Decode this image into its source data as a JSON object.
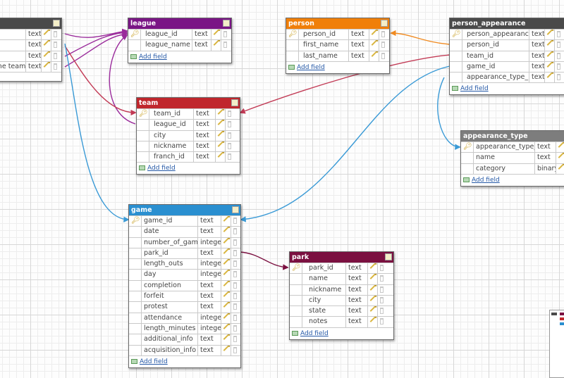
{
  "colors": {
    "unnamed": "#4a4a4a",
    "league": "#7a1585",
    "person": "#f07f09",
    "person_appearance": "#4a4a4a",
    "team": "#c0272d",
    "appearance_type": "#7d7d7d",
    "game": "#2a8fd0",
    "park": "#7b1040",
    "link_purple": "#9a2b9b",
    "link_red": "#c23a55",
    "link_blue": "#3a9ad6",
    "link_orange": "#f08a20",
    "link_maroon": "#7b1040"
  },
  "add_field_label": "Add field",
  "tables": [
    {
      "id": "unnamed",
      "title": "",
      "color": "#4a4a4a",
      "rows": [
        {
          "name": "",
          "type": "text",
          "pk": false
        },
        {
          "name": "",
          "type": "text",
          "pk": false
        },
        {
          "name": "",
          "type": "text",
          "pk": false
        },
        {
          "name": "one team",
          "type": "text",
          "pk": false
        }
      ]
    },
    {
      "id": "league",
      "title": "league",
      "color": "#7a1585",
      "rows": [
        {
          "name": "league_id",
          "type": "text",
          "pk": true
        },
        {
          "name": "league_name",
          "type": "text",
          "pk": false
        }
      ]
    },
    {
      "id": "person",
      "title": "person",
      "color": "#f07f09",
      "rows": [
        {
          "name": "person_id",
          "type": "text",
          "pk": true
        },
        {
          "name": "first_name",
          "type": "text",
          "pk": false
        },
        {
          "name": "last_name",
          "type": "text",
          "pk": false
        }
      ]
    },
    {
      "id": "person_appearance",
      "title": "person_appearance",
      "color": "#4a4a4a",
      "rows": [
        {
          "name": "person_appearance_id",
          "type": "text",
          "pk": true
        },
        {
          "name": "person_id",
          "type": "text",
          "pk": false
        },
        {
          "name": "team_id",
          "type": "text",
          "pk": false
        },
        {
          "name": "game_id",
          "type": "text",
          "pk": false
        },
        {
          "name": "appearance_type_id",
          "type": "text",
          "pk": false
        }
      ]
    },
    {
      "id": "team",
      "title": "team",
      "color": "#c0272d",
      "rows": [
        {
          "name": "team_id",
          "type": "text",
          "pk": true
        },
        {
          "name": "league_id",
          "type": "text",
          "pk": false
        },
        {
          "name": "city",
          "type": "text",
          "pk": false
        },
        {
          "name": "nickname",
          "type": "text",
          "pk": false
        },
        {
          "name": "franch_id",
          "type": "text",
          "pk": false
        }
      ]
    },
    {
      "id": "appearance_type",
      "title": "appearance_type",
      "color": "#7d7d7d",
      "rows": [
        {
          "name": "appearance_type_id",
          "type": "text",
          "pk": true
        },
        {
          "name": "name",
          "type": "text",
          "pk": false
        },
        {
          "name": "category",
          "type": "binary",
          "pk": false
        }
      ]
    },
    {
      "id": "game",
      "title": "game",
      "color": "#2a8fd0",
      "rows": [
        {
          "name": "game_id",
          "type": "text",
          "pk": true
        },
        {
          "name": "date",
          "type": "text",
          "pk": false
        },
        {
          "name": "number_of_games",
          "type": "integer",
          "pk": false
        },
        {
          "name": "park_id",
          "type": "text",
          "pk": false
        },
        {
          "name": "length_outs",
          "type": "integer",
          "pk": false
        },
        {
          "name": "day",
          "type": "integer",
          "pk": false
        },
        {
          "name": "completion",
          "type": "text",
          "pk": false
        },
        {
          "name": "forfeit",
          "type": "text",
          "pk": false
        },
        {
          "name": "protest",
          "type": "text",
          "pk": false
        },
        {
          "name": "attendance",
          "type": "integer",
          "pk": false
        },
        {
          "name": "length_minutes",
          "type": "integer",
          "pk": false
        },
        {
          "name": "additional_info",
          "type": "text",
          "pk": false
        },
        {
          "name": "acquisition_info",
          "type": "text",
          "pk": false
        }
      ]
    },
    {
      "id": "park",
      "title": "park",
      "color": "#7b1040",
      "rows": [
        {
          "name": "park_id",
          "type": "text",
          "pk": true
        },
        {
          "name": "name",
          "type": "text",
          "pk": false
        },
        {
          "name": "nickname",
          "type": "text",
          "pk": false
        },
        {
          "name": "city",
          "type": "text",
          "pk": false
        },
        {
          "name": "state",
          "type": "text",
          "pk": false
        },
        {
          "name": "notes",
          "type": "text",
          "pk": false
        }
      ]
    }
  ],
  "relations": [
    {
      "from": "unnamed",
      "to": "league",
      "color": "#9a2b9b"
    },
    {
      "from": "unnamed",
      "to": "team",
      "color": "#c23a55"
    },
    {
      "from": "unnamed",
      "to": "game",
      "color": "#3a9ad6"
    },
    {
      "from": "team",
      "to": "league",
      "color": "#9a2b9b"
    },
    {
      "from": "person_appearance",
      "to": "person",
      "color": "#f08a20"
    },
    {
      "from": "person_appearance",
      "to": "team",
      "color": "#c23a55"
    },
    {
      "from": "person_appearance",
      "to": "game",
      "color": "#3a9ad6"
    },
    {
      "from": "person_appearance",
      "to": "appearance_type",
      "color": "#3a9ad6"
    },
    {
      "from": "game",
      "to": "park",
      "color": "#7b1040"
    }
  ]
}
